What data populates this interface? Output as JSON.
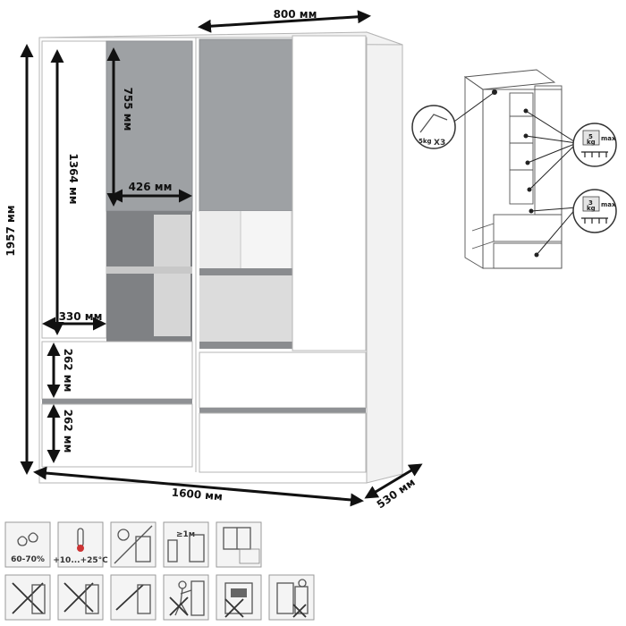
{
  "dimensions": {
    "overall_height": "1957 мм",
    "door_height": "1364 мм",
    "glass_height": "755 мм",
    "glass_width": "426 мм",
    "door_width": "330 мм",
    "drawer_height_top": "262 мм",
    "drawer_height_bottom": "262 мм",
    "module_width": "800 мм",
    "total_width": "1600 мм",
    "depth": "530 мм"
  },
  "load_labels": {
    "hanger_count": "X3",
    "hanger_tag": "5kg",
    "shelf_load": "5",
    "shelf_unit": "kg",
    "shelf_max": "max",
    "drawer_load": "3",
    "drawer_unit": "kg",
    "drawer_max": "max"
  },
  "care_icons": {
    "humidity": "60-70%",
    "temperature": "+10...+25°C",
    "distance": "≥1м"
  },
  "colors": {
    "body": "#ffffff",
    "glass": "#9ea1a4",
    "interior": "#7f8184"
  }
}
